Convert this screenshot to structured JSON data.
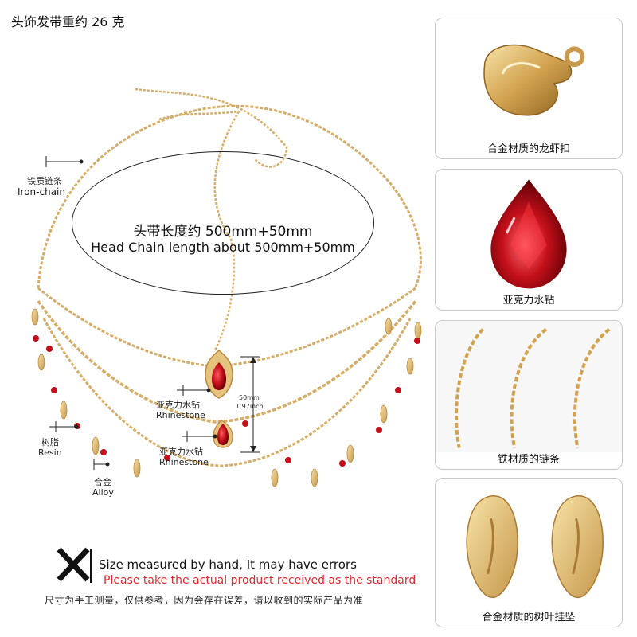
{
  "title": "头饰发带重约 26 克",
  "length": {
    "cn": "头带长度约 500mm+50mm",
    "en": "Head Chain length about 500mm+50mm"
  },
  "labels": {
    "iron_chain_cn": "铁质链条",
    "iron_chain_en": "Iron-chain",
    "rhinestone1_cn": "亚克力水钻",
    "rhinestone1_en": "Rhinestone",
    "rhinestone2_cn": "亚克力水钻",
    "rhinestone2_en": "Rhinestone",
    "resin_cn": "树脂",
    "resin_en": "Resin",
    "alloy_cn": "合金",
    "alloy_en": "Alloy"
  },
  "dimension": {
    "mm": "50mm",
    "inch": "1.97inch"
  },
  "panels": [
    {
      "caption": "合金材质的龙虾扣"
    },
    {
      "caption": "亚克力水钻"
    },
    {
      "caption": "铁材质的链条"
    },
    {
      "caption": "合金材质的树叶挂坠"
    }
  ],
  "notes": {
    "line1": "Size measured by hand, It may have errors",
    "line2": "Please take the actual product received as the standard",
    "line3": "尺寸为手工测量，仅供参考，因为会存在误差，请以收到的实际产品为准"
  },
  "colors": {
    "gold": "#d9b36b",
    "red_gem": "#c4101a",
    "warning_red": "#e6262b"
  }
}
